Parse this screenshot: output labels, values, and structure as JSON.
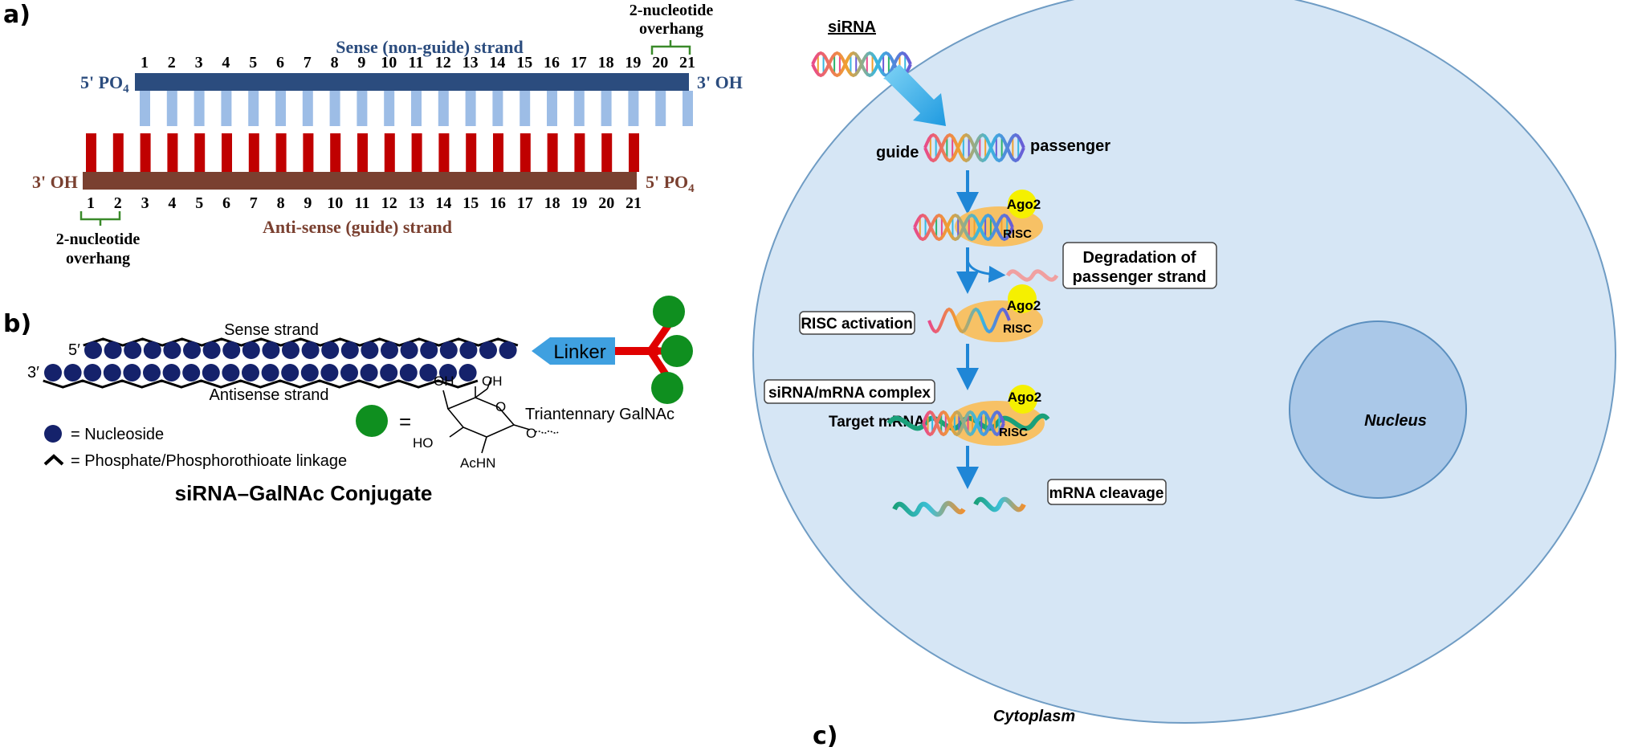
{
  "panel_a": {
    "label": "a)",
    "sense_title": "Sense (non-guide) strand",
    "antisense_title": "Anti-sense (guide) strand",
    "sense_5_prime": "5' PO",
    "sense_5_sub": "4",
    "sense_3_prime": "3' OH",
    "antisense_3_prime": "3' OH",
    "antisense_5_prime": "5' PO",
    "antisense_5_sub": "4",
    "overhang_top_line1": "2-nucleotide",
    "overhang_top_line2": "overhang",
    "overhang_bottom_line1": "2-nucleotide",
    "overhang_bottom_line2": "overhang",
    "positions": [
      "1",
      "2",
      "3",
      "4",
      "5",
      "6",
      "7",
      "8",
      "9",
      "10",
      "11",
      "12",
      "13",
      "14",
      "15",
      "16",
      "17",
      "18",
      "19",
      "20",
      "21"
    ],
    "colors": {
      "sense_backbone": "#2b4c7e",
      "sense_bases": "#9dbde6",
      "antisense_backbone": "#7a4030",
      "antisense_bases": "#c00000",
      "sense_text": "#2b4c7e",
      "antisense_text": "#7a4030",
      "bracket": "#3a8a2a"
    }
  },
  "panel_b": {
    "label": "b)",
    "sense_label": "Sense strand",
    "antisense_label": "Antisense strand",
    "five_prime": "5′",
    "three_prime": "3′",
    "linker": "Linker",
    "galnac_label": "Triantennary GalNAc",
    "equals": "=",
    "legend_nucleoside": "= Nucleoside",
    "legend_linkage": "= Phosphate/Phosphorothioate linkage",
    "title": "siRNA–GalNAc Conjugate",
    "chem": {
      "oh1": "OH",
      "oh2": "OH",
      "ho": "HO",
      "achn": "AcHN",
      "o_ring": "O",
      "o_link": "O"
    },
    "colors": {
      "nucleoside": "#15226b",
      "linker": "#3fa0e0",
      "red_arm": "#e00000",
      "galnac": "#0f8f1f"
    }
  },
  "panel_c": {
    "label": "c)",
    "sirna": "siRNA",
    "guide": "guide",
    "passenger": "passenger",
    "ago2": "Ago2",
    "risc": "RISC",
    "degradation_line1": "Degradation of",
    "degradation_line2": "passenger strand",
    "risc_activation": "RISC activation",
    "complex": "siRNA/mRNA complex",
    "target_mrna": "Target mRNA",
    "mrna_cleavage": "mRNA cleavage",
    "nucleus": "Nucleus",
    "cytoplasm": "Cytoplasm",
    "colors": {
      "cell_fill": "#d6e6f5",
      "nucleus_fill": "#aac8e8",
      "arrow": "#1f86d6",
      "risc": "#f7c165",
      "ago2": "#f5f000"
    }
  }
}
